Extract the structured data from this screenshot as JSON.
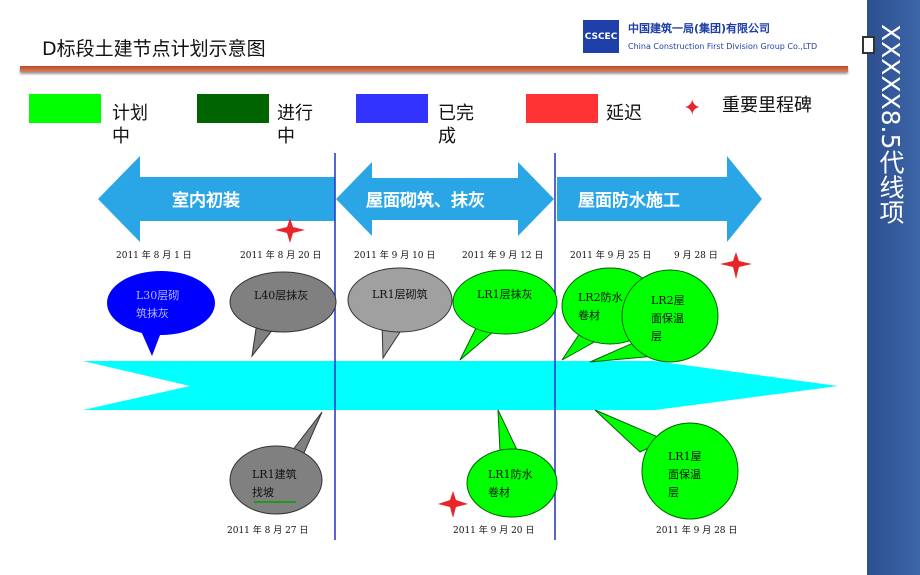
{
  "title": "D标段土建节点计划示意图",
  "company": {
    "name_cn": "中国建筑一局(集团)有限公司",
    "name_en": "China Construction First Division Group Co.,LTD",
    "logo_text": "CSCEC"
  },
  "side_title": "XXXXX8.5代线项",
  "legend": [
    {
      "label": "计划中",
      "color": "#00ff00"
    },
    {
      "label": "进行中",
      "color": "#006400"
    },
    {
      "label": "已完成",
      "color": "#3333ff"
    },
    {
      "label": "延迟",
      "color": "#ff3333"
    },
    {
      "label": "重要里程碑",
      "icon": "red-star-icon",
      "color": "#e8262a"
    }
  ],
  "phases": [
    "室内初装",
    "屋面砌筑、抹灰",
    "屋面防水施工"
  ],
  "dates_top": [
    "2011 年 8 月 1 日",
    "2011 年 8 月 20 日",
    "2011 年 9 月 10 日",
    "2011 年 9 月 12 日",
    "2011 年 9 月 25 日",
    "9 月 28 日"
  ],
  "dates_bottom": [
    "2011 年 8 月 27 日",
    "2011 年 9 月 20 日",
    "2011 年 9 月 28 日"
  ],
  "callouts_top": [
    "L30层砌筑抹灰",
    "L40层抹灰",
    "LR1层砌筑",
    "LR1层抹灰",
    "LR2防水卷材",
    "LR2屋面保温层"
  ],
  "callouts_bottom": [
    "LR1建筑找坡",
    "LR1防水卷材",
    "LR1屋面保温层"
  ],
  "colors": {
    "timeline": "#00ffff",
    "phase_arrow": "#2aa6e6",
    "divider": "#2030c8",
    "planned": "#00ff00",
    "completed": "#0000ff",
    "in_progress_gray": "#808080",
    "milestone": "#e8262a"
  }
}
